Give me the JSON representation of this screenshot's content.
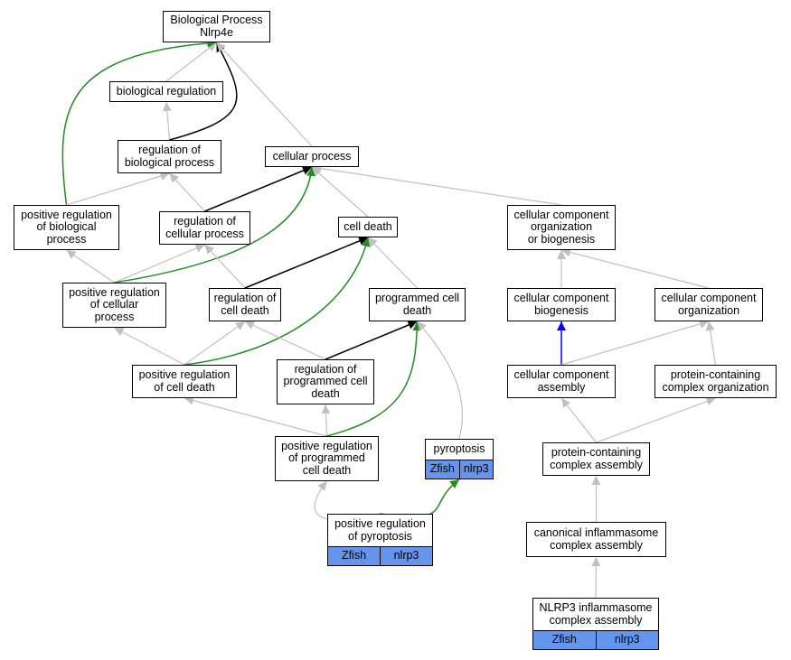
{
  "colors": {
    "edge_default": "#c0c0c0",
    "edge_green": "#228b22",
    "edge_black": "#000000",
    "edge_blue": "#0000ff",
    "tag_fill": "#6495ed",
    "node_border": "#000000"
  },
  "nodes": [
    {
      "id": "bp",
      "label": "Biological Process\nNlrp4e"
    },
    {
      "id": "br",
      "label": "biological regulation"
    },
    {
      "id": "rbp",
      "label": "regulation of\nbiological process"
    },
    {
      "id": "cp",
      "label": "cellular process"
    },
    {
      "id": "prbp",
      "label": "positive regulation\nof biological\nprocess"
    },
    {
      "id": "rcp",
      "label": "regulation of\ncellular process"
    },
    {
      "id": "cd",
      "label": "cell death"
    },
    {
      "id": "ccob",
      "label": "cellular component\norganization\nor biogenesis"
    },
    {
      "id": "prcp",
      "label": "positive regulation\nof cellular\nprocess"
    },
    {
      "id": "rcd",
      "label": "regulation of\ncell death"
    },
    {
      "id": "pcd",
      "label": "programmed cell\ndeath"
    },
    {
      "id": "ccb",
      "label": "cellular component\nbiogenesis"
    },
    {
      "id": "cco",
      "label": "cellular component\norganization"
    },
    {
      "id": "prcd",
      "label": "positive regulation\nof cell death"
    },
    {
      "id": "rpcd",
      "label": "regulation of\nprogrammed cell\ndeath"
    },
    {
      "id": "cca",
      "label": "cellular component\nassembly"
    },
    {
      "id": "pcco",
      "label": "protein-containing\ncomplex organization"
    },
    {
      "id": "prpcd",
      "label": "positive regulation\nof programmed\ncell death"
    },
    {
      "id": "pyro",
      "label": "pyroptosis",
      "tags": [
        "Zfish",
        "nlrp3"
      ]
    },
    {
      "id": "pcca",
      "label": "protein-containing\ncomplex assembly"
    },
    {
      "id": "prpyro",
      "label": "positive regulation\nof pyroptosis",
      "tags": [
        "Zfish",
        "nlrp3"
      ]
    },
    {
      "id": "cica",
      "label": "canonical inflammasome\ncomplex assembly"
    },
    {
      "id": "nlrp3ica",
      "label": "NLRP3 inflammasome\ncomplex assembly",
      "tags": [
        "Zfish",
        "nlrp3"
      ]
    }
  ],
  "edges": [
    {
      "from": "br",
      "to": "bp",
      "style": "default"
    },
    {
      "from": "rbp",
      "to": "br",
      "style": "default"
    },
    {
      "from": "rbp",
      "to": "bp",
      "style": "black"
    },
    {
      "from": "cp",
      "to": "bp",
      "style": "default"
    },
    {
      "from": "prbp",
      "to": "bp",
      "style": "green"
    },
    {
      "from": "prbp",
      "to": "rbp",
      "style": "default"
    },
    {
      "from": "rcp",
      "to": "rbp",
      "style": "default"
    },
    {
      "from": "rcp",
      "to": "cp",
      "style": "black"
    },
    {
      "from": "cd",
      "to": "cp",
      "style": "default"
    },
    {
      "from": "ccob",
      "to": "cp",
      "style": "default"
    },
    {
      "from": "prcp",
      "to": "prbp",
      "style": "default"
    },
    {
      "from": "prcp",
      "to": "rcp",
      "style": "default"
    },
    {
      "from": "prcp",
      "to": "cp",
      "style": "green"
    },
    {
      "from": "rcd",
      "to": "rcp",
      "style": "default"
    },
    {
      "from": "rcd",
      "to": "cd",
      "style": "black"
    },
    {
      "from": "pcd",
      "to": "cd",
      "style": "default"
    },
    {
      "from": "ccb",
      "to": "ccob",
      "style": "default"
    },
    {
      "from": "cco",
      "to": "ccob",
      "style": "default"
    },
    {
      "from": "prcd",
      "to": "prcp",
      "style": "default"
    },
    {
      "from": "prcd",
      "to": "rcd",
      "style": "default"
    },
    {
      "from": "prcd",
      "to": "cd",
      "style": "green"
    },
    {
      "from": "rpcd",
      "to": "rcd",
      "style": "default"
    },
    {
      "from": "rpcd",
      "to": "pcd",
      "style": "black"
    },
    {
      "from": "cca",
      "to": "ccb",
      "style": "blue"
    },
    {
      "from": "cca",
      "to": "cco",
      "style": "default"
    },
    {
      "from": "pcco",
      "to": "cco",
      "style": "default"
    },
    {
      "from": "prpcd",
      "to": "prcd",
      "style": "default"
    },
    {
      "from": "prpcd",
      "to": "rpcd",
      "style": "default"
    },
    {
      "from": "prpcd",
      "to": "pcd",
      "style": "green"
    },
    {
      "from": "pyro",
      "to": "pcd",
      "style": "default"
    },
    {
      "from": "pcca",
      "to": "cca",
      "style": "default"
    },
    {
      "from": "pcca",
      "to": "pcco",
      "style": "default"
    },
    {
      "from": "prpyro",
      "to": "prpcd",
      "style": "default"
    },
    {
      "from": "prpyro",
      "to": "pyro",
      "style": "green"
    },
    {
      "from": "cica",
      "to": "pcca",
      "style": "default"
    },
    {
      "from": "nlrp3ica",
      "to": "cica",
      "style": "default"
    }
  ]
}
